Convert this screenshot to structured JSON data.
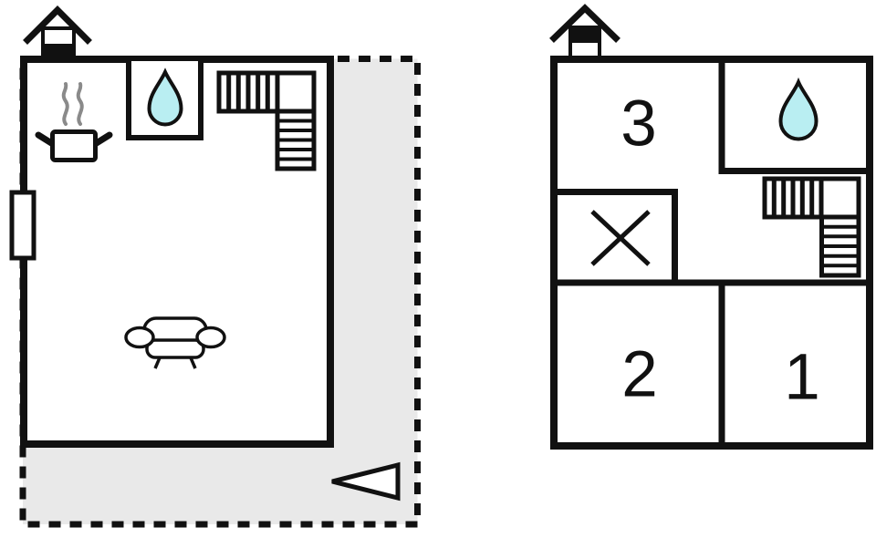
{
  "colors": {
    "wall": "#111111",
    "terrace_fill": "#e9e9e9",
    "water_drop_fill": "#b9eef2",
    "steam_gray": "#8a8a8a"
  },
  "ground_floor": {
    "features": {
      "chimney": "chimney-icon",
      "stove": "stove-icon",
      "bath": "water-drop-icon",
      "stairs": "stairs-icon",
      "window": "window-icon",
      "sofa": "sofa-icon",
      "terrace": "terrace-dashed-area",
      "entrance": "entrance-arrow-icon"
    }
  },
  "upper_floor": {
    "rooms": [
      {
        "label": "3"
      },
      {
        "label": "2"
      },
      {
        "label": "1"
      }
    ],
    "features": {
      "chimney": "chimney-icon",
      "bath": "water-drop-icon",
      "stairs": "stairs-icon",
      "no_access": "crossed-room-icon"
    }
  }
}
